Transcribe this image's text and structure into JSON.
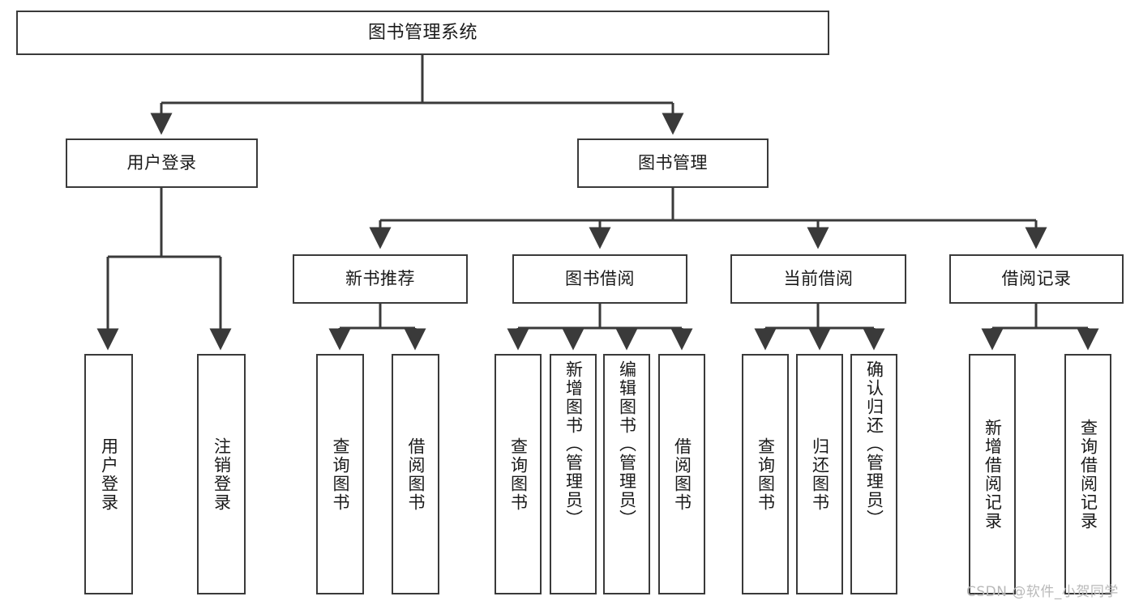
{
  "diagram": {
    "title": "图书管理系统",
    "type": "hierarchy-tree",
    "watermark": "CSDN @软件_小贺同学",
    "colors": {
      "box_border": "#3a3a3a",
      "box_fill": "#ffffff",
      "edge": "#3a3a3a",
      "text": "#1a1a1a",
      "watermark": "#b9b9b9",
      "background": "#ffffff"
    },
    "levels": {
      "root": "图书管理系统",
      "level2": [
        "用户登录",
        "图书管理"
      ],
      "level3": [
        "新书推荐",
        "图书借阅",
        "当前借阅",
        "借阅记录"
      ]
    },
    "nodes": {
      "root": {
        "label": "图书管理系统"
      },
      "user_login": {
        "label": "用户登录"
      },
      "book_manage": {
        "label": "图书管理"
      },
      "new_book_rec": {
        "label": "新书推荐"
      },
      "book_borrow": {
        "label": "图书借阅"
      },
      "current_borrow": {
        "label": "当前借阅"
      },
      "borrow_record": {
        "label": "借阅记录"
      },
      "leaf_user_login": {
        "label": "用户登录"
      },
      "leaf_logout": {
        "label": "注销登录"
      },
      "leaf_query_book_1": {
        "label": "查询图书"
      },
      "leaf_borrow_book_1": {
        "label": "借阅图书"
      },
      "leaf_query_book_2": {
        "label": "查询图书"
      },
      "leaf_add_book": {
        "label": "新增图书（管理员）"
      },
      "leaf_edit_book": {
        "label": "编辑图书（管理员）"
      },
      "leaf_borrow_book_2": {
        "label": "借阅图书"
      },
      "leaf_query_book_3": {
        "label": "查询图书"
      },
      "leaf_return_book": {
        "label": "归还图书"
      },
      "leaf_confirm_return": {
        "label": "确认归还（管理员）"
      },
      "leaf_add_record": {
        "label": "新增借阅记录"
      },
      "leaf_query_record": {
        "label": "查询借阅记录"
      }
    }
  }
}
